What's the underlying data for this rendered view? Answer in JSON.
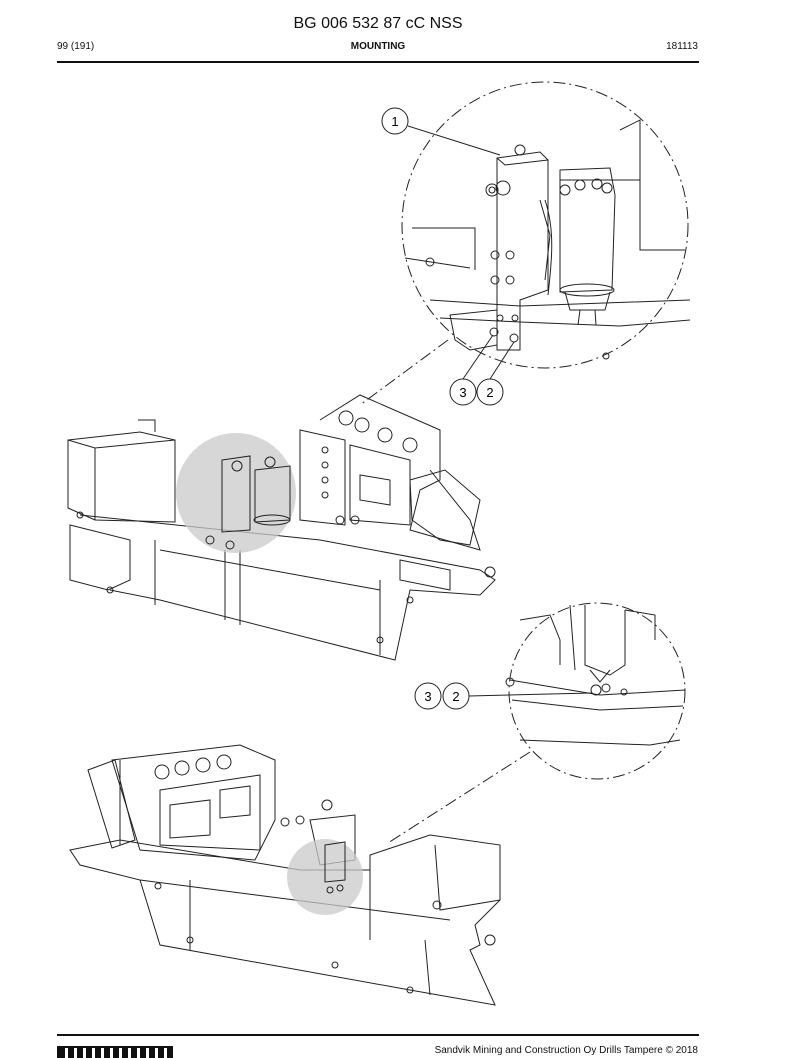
{
  "document": {
    "title": "BG 006 532 87 cC NSS",
    "page": "99 (191)",
    "section": "MOUNTING",
    "date": "181113"
  },
  "callouts": {
    "detail_top": [
      "1",
      "3",
      "2"
    ],
    "detail_bottom": [
      "3",
      "2"
    ]
  },
  "footer": {
    "copyright": "Sandvik Mining and Construction Oy Drills Tampere © 2018"
  },
  "icons": [
    "sandvik-logo-icon"
  ]
}
